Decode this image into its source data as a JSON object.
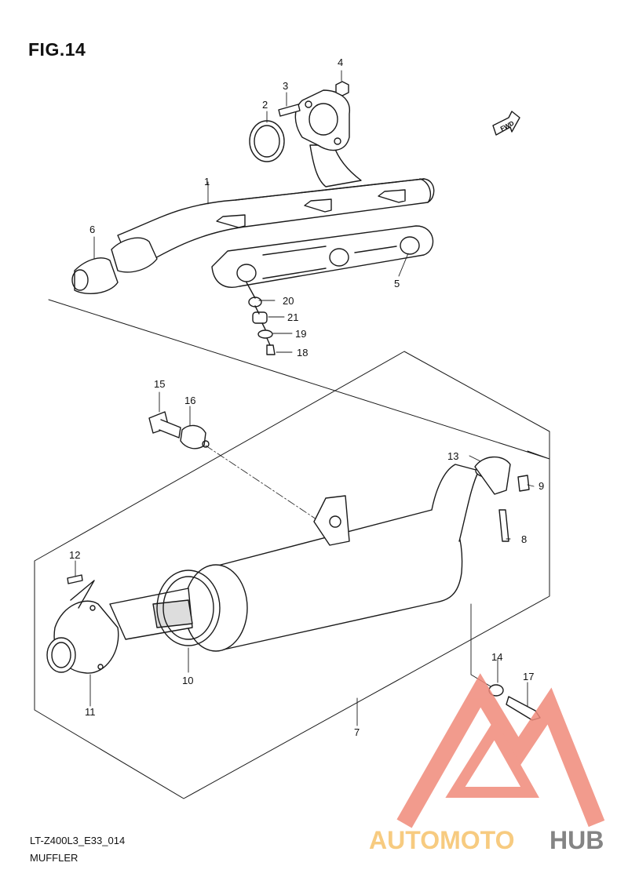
{
  "figure": {
    "title": "FIG.14",
    "code": "LT-Z400L3_E33_014",
    "name": "MUFFLER",
    "fwd_label": "FWD"
  },
  "callouts": [
    "1",
    "2",
    "3",
    "4",
    "5",
    "6",
    "7",
    "8",
    "9",
    "10",
    "11",
    "12",
    "13",
    "14",
    "15",
    "16",
    "17",
    "18",
    "19",
    "20",
    "21"
  ],
  "watermark": {
    "part1": "AUTOMOTO",
    "part2": "HUB",
    "color_primary": "#f08a7a",
    "color_secondary": "#f6c26b",
    "color_dark": "#6f6f6f"
  },
  "colors": {
    "line": "#1a1a1a",
    "background": "#ffffff"
  }
}
